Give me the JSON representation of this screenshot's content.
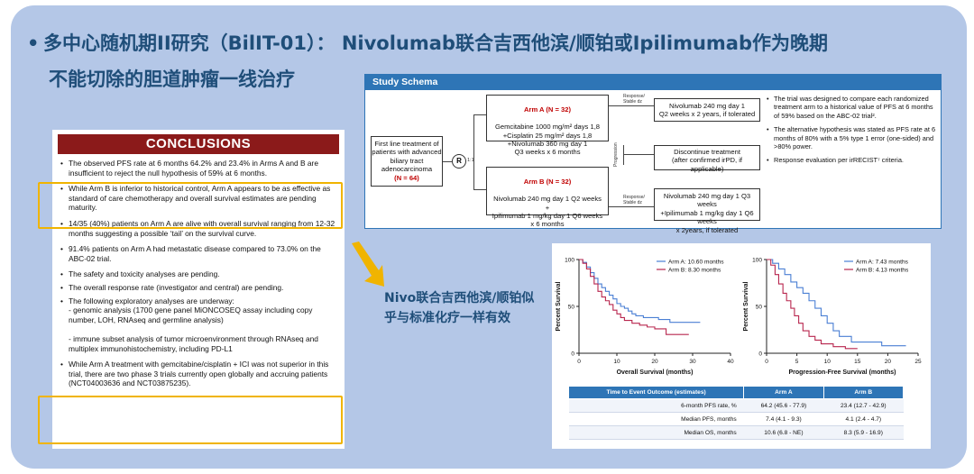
{
  "title": {
    "bullet": "•",
    "line1": "多中心随机期II研究（BilIT-01）： Nivolumab联合吉西他滨/顺铂或Ipilimumab作为晚期",
    "line2": "不能切除的胆道肿瘤一线治疗"
  },
  "conclusions": {
    "heading": "CONCLUSIONS",
    "items": [
      "The observed PFS rate at 6 months 64.2% and 23.4% in Arms A and B are insufficient to reject the null hypothesis of 59% at 6 months.",
      "While Arm B is inferior to historical control, Arm A appears to be as effective as standard of care chemotherapy and overall survival estimates are pending maturity.",
      "14/35 (40%) patients on Arm A are alive with overall survival ranging from 12-32 months suggesting a possible ‘tail’ on the survival curve.",
      "91.4% patients on Arm A had metastatic disease compared to 73.0% on the ABC-02 trial.",
      "The safety and toxicity analyses are pending.",
      "The overall response rate (investigator and central) are pending.",
      "The following exploratory analyses are underway:\n- genomic analysis (1700 gene panel MiONCOSEQ assay including copy number, LOH, RNAseq and germline analysis)\n\n- immune subset analysis of tumor microenvironment through RNAseq and multiplex immunohistochemistry, including PD-L1",
      "While Arm A treatment with gemcitabine/cisplatin + ICI was not superior in this trial, there are two phase 3 trials currently open globally and accruing patients (NCT04003636 and NCT03875235)."
    ]
  },
  "note": "Nivo联合吉西他滨/顺铂似乎与标准化疗一样有效",
  "schema": {
    "heading": "Study Schema",
    "first_line": "First line treatment of patients with advanced biliary tract adenocarcinoma",
    "first_n": "(N = 64)",
    "randomize": "R",
    "ratio": "1:1",
    "armA_label": "Arm A (N = 32)",
    "armA_text": "Gemcitabine 1000 mg/m² days 1,8\n+Cisplatin 25 mg/m² days 1,8\n+Nivolumab 360 mg day 1\nQ3 weeks x 6 months",
    "armB_label": "Arm B (N = 32)",
    "armB_text": "Nivolumab 240 mg day 1 Q2 weeks\n+\nIpilimumab 1 mg/kg day 1 Q6 weeks\nx 6 months",
    "resp_label": "Response/ Stable dz",
    "prog_label": "Progression",
    "maintA": "Nivolumab 240 mg day 1\nQ2 weeks x 2 years, if tolerated",
    "discontinue": "Discontinue treatment\n(after confirmed irPD, if applicable)",
    "maintB": "Nivolumab 240 mg day 1 Q3 weeks\n+Ipilimumab 1 mg/kg day 1 Q6 weeks\nx 2years, if tolerated",
    "notes": [
      "The trial was designed to compare each randomized treatment arm to a historical value of PFS at 6 months of 59% based on the ABC-02 trial².",
      "The alternative hypothesis was stated as PFS rate at 6 months of 80% with a 5% type 1 error (one-sided) and >80% power.",
      "Response evaluation per irRECIST⁷ criteria."
    ]
  },
  "chart_data": [
    {
      "type": "line",
      "xlabel": "Overall Survival (months)",
      "ylabel": "Percent Survival",
      "xlim": [
        0,
        40
      ],
      "ylim": [
        0,
        100
      ],
      "xticks": [
        0,
        10,
        20,
        30,
        40
      ],
      "yticks": [
        0,
        50,
        100
      ],
      "legend_position": "top-right",
      "series": [
        {
          "name": "Arm A: 10.60 months",
          "color": "#4a7fd4",
          "x": [
            0,
            1,
            2,
            3,
            4,
            5,
            6,
            7,
            8,
            9,
            10,
            11,
            12,
            13,
            14,
            15,
            17,
            19,
            21,
            24,
            27,
            32
          ],
          "y": [
            100,
            97,
            92,
            86,
            80,
            74,
            70,
            66,
            62,
            58,
            53,
            50,
            48,
            45,
            42,
            40,
            38,
            38,
            36,
            33,
            33,
            33
          ]
        },
        {
          "name": "Arm B: 8.30 months",
          "color": "#b8264e",
          "x": [
            0,
            1,
            2,
            3,
            4,
            5,
            6,
            7,
            8,
            9,
            10,
            11,
            12,
            14,
            16,
            18,
            20,
            23,
            29
          ],
          "y": [
            100,
            96,
            90,
            82,
            74,
            66,
            60,
            56,
            52,
            46,
            42,
            38,
            35,
            32,
            30,
            28,
            26,
            20,
            20
          ]
        }
      ]
    },
    {
      "type": "line",
      "xlabel": "Progression-Free Survival (months)",
      "ylabel": "Percent Survival",
      "xlim": [
        0,
        25
      ],
      "ylim": [
        0,
        100
      ],
      "xticks": [
        0,
        5,
        10,
        15,
        20,
        25
      ],
      "yticks": [
        0,
        50,
        100
      ],
      "legend_position": "top-right",
      "series": [
        {
          "name": "Arm A: 7.43 months",
          "color": "#4a7fd4",
          "x": [
            0,
            1,
            2,
            3,
            4,
            5,
            6,
            7,
            8,
            9,
            10,
            11,
            12,
            14,
            16,
            19,
            23
          ],
          "y": [
            100,
            96,
            90,
            84,
            76,
            70,
            64,
            56,
            48,
            40,
            32,
            24,
            18,
            12,
            12,
            8,
            8
          ]
        },
        {
          "name": "Arm B: 4.13 months",
          "color": "#b8264e",
          "x": [
            0,
            0.7,
            1.4,
            2,
            2.7,
            3.3,
            4,
            4.6,
            5.3,
            6,
            7,
            8,
            9,
            11,
            13,
            15
          ],
          "y": [
            100,
            94,
            84,
            74,
            64,
            56,
            48,
            40,
            32,
            24,
            18,
            14,
            10,
            7,
            5,
            5
          ]
        }
      ]
    }
  ],
  "table": {
    "headers": [
      "Time to Event Outcome (estimates)",
      "Arm A",
      "Arm B"
    ],
    "rows": [
      [
        "6-month PFS rate, %",
        "64.2 (45.6 - 77.9)",
        "23.4 (12.7 - 42.9)"
      ],
      [
        "Median PFS, months",
        "7.4 (4.1 - 9.3)",
        "4.1 (2.4 - 4.7)"
      ],
      [
        "Median OS, months",
        "10.6 (6.8 - NE)",
        "8.3 (5.9 - 16.9)"
      ]
    ]
  },
  "colors": {
    "highlight": "#f0b400",
    "title": "#1f4e79",
    "conclusions_header": "#8b1a1a",
    "schema_header": "#2e75b6"
  }
}
